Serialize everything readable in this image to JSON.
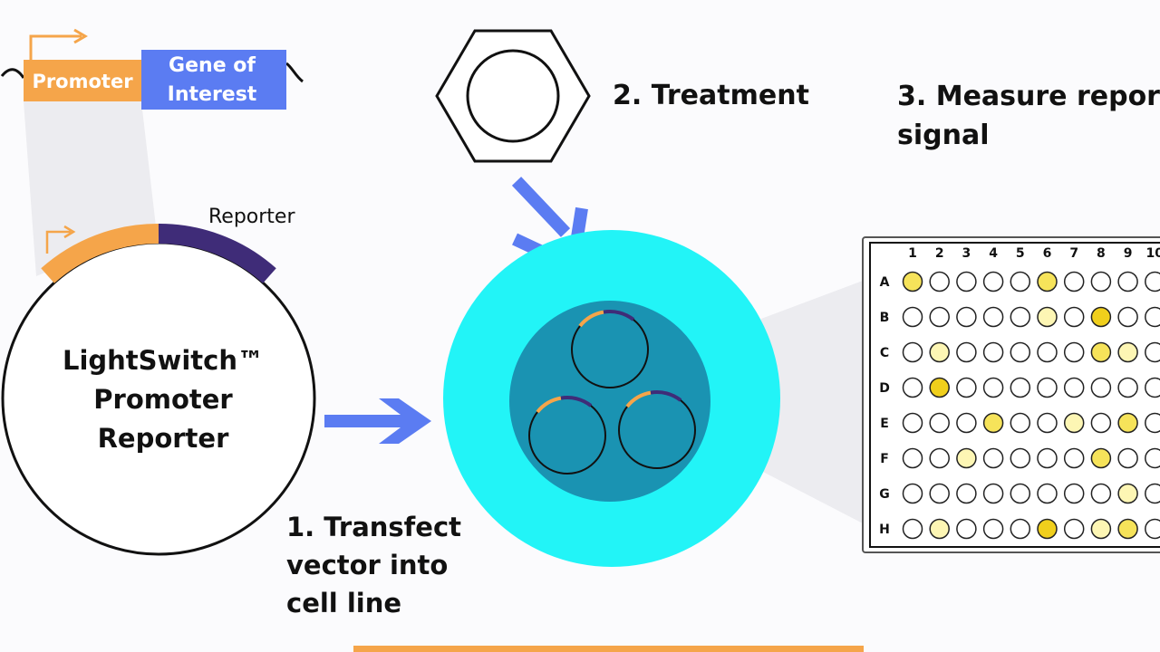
{
  "gene_construct": {
    "promoter_label": "Promoter",
    "gene_label_line1": "Gene of",
    "gene_label_line2": "Interest"
  },
  "vector": {
    "reporter_label": "Reporter",
    "name_line1": "LightSwitch™",
    "name_line2": "Promoter",
    "name_line3": "Reporter"
  },
  "steps": {
    "step1_line1": "1. Transfect",
    "step1_line2": "vector into",
    "step1_line3": "cell line",
    "step2": "2. Treatment",
    "step3_line1": "3. Measure repor",
    "step3_line2": "signal"
  },
  "plate": {
    "columns": [
      "1",
      "2",
      "3",
      "4",
      "5",
      "6",
      "7",
      "8",
      "9",
      "10"
    ],
    "rows": [
      {
        "label": "A",
        "wells": [
          2,
          0,
          0,
          0,
          0,
          2,
          0,
          0,
          0,
          0
        ]
      },
      {
        "label": "B",
        "wells": [
          0,
          0,
          0,
          0,
          0,
          1,
          0,
          3,
          0,
          0
        ]
      },
      {
        "label": "C",
        "wells": [
          0,
          1,
          0,
          0,
          0,
          0,
          0,
          2,
          1,
          0
        ]
      },
      {
        "label": "D",
        "wells": [
          0,
          3,
          0,
          0,
          0,
          0,
          0,
          0,
          0,
          0
        ]
      },
      {
        "label": "E",
        "wells": [
          0,
          0,
          0,
          2,
          0,
          0,
          1,
          0,
          2,
          0
        ]
      },
      {
        "label": "F",
        "wells": [
          0,
          0,
          1,
          0,
          0,
          0,
          0,
          2,
          0,
          0
        ]
      },
      {
        "label": "G",
        "wells": [
          0,
          0,
          0,
          0,
          0,
          0,
          0,
          0,
          1,
          0
        ]
      },
      {
        "label": "H",
        "wells": [
          0,
          1,
          0,
          0,
          0,
          3,
          0,
          1,
          2,
          0
        ]
      }
    ],
    "well_colors": [
      "#ffffff",
      "#fdf6b4",
      "#f6e35a",
      "#f0cf1c"
    ]
  },
  "colors": {
    "promoter": "#f5a54a",
    "gene": "#5b7cf2",
    "reporter": "#3f2c78",
    "arrow": "#5b7cf2",
    "cell_outer": "#22f4f7",
    "cell_nucleus": "#1a93b2",
    "progress_bar": "#f5a54a"
  }
}
